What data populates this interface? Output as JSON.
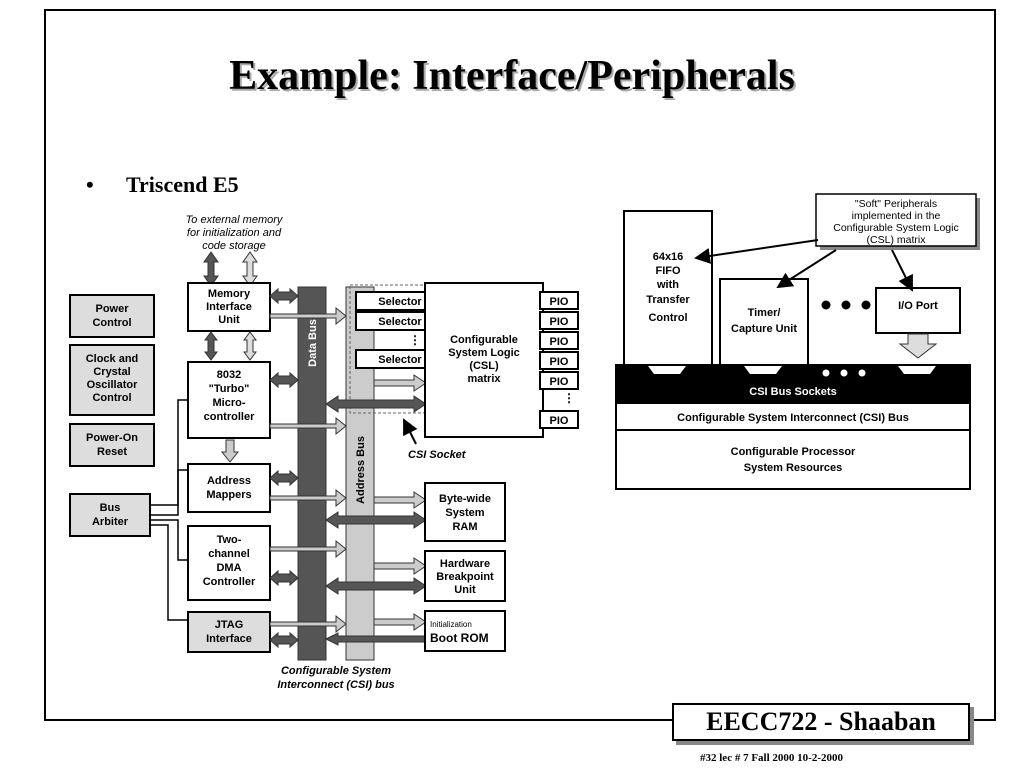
{
  "slide": {
    "title": "Example: Interface/Peripherals",
    "bullet": "Triscend E5",
    "footer_brand": "EECC722 - Shaaban",
    "footer_meta": "#32   lec # 7    Fall 2000   10-2-2000"
  },
  "left_diagram": {
    "top_note": [
      "To external memory",
      "for initialization and",
      "code storage"
    ],
    "side_blocks": {
      "power_control": [
        "Power",
        "Control"
      ],
      "clock": [
        "Clock and",
        "Crystal",
        "Oscillator",
        "Control"
      ],
      "power_on_reset": [
        "Power-On",
        "Reset"
      ],
      "bus_arbiter": [
        "Bus",
        "Arbiter"
      ]
    },
    "column_blocks": {
      "memory_interface": [
        "Memory",
        "Interface",
        "Unit"
      ],
      "microcontroller": [
        "8032",
        "\"Turbo\"",
        "Micro-",
        "controller"
      ],
      "address_mappers": [
        "Address",
        "Mappers"
      ],
      "dma": [
        "Two-",
        "channel",
        "DMA",
        "Controller"
      ],
      "jtag": [
        "JTAG",
        "Interface"
      ]
    },
    "data_bus_label": "Data Bus",
    "address_bus_label": "Address Bus",
    "selector_label": "Selector",
    "csl_matrix": [
      "Configurable",
      "System Logic",
      "(CSL)",
      "matrix"
    ],
    "pio_label": "PIO",
    "csi_socket_label": "CSI Socket",
    "right_blocks": {
      "sram": [
        "Byte-wide",
        "System",
        "RAM"
      ],
      "breakpoint": [
        "Hardware",
        "Breakpoint",
        "Unit"
      ],
      "boot_rom_small": "Initialization",
      "boot_rom": "Boot ROM"
    },
    "bottom_caption": [
      "Configurable System",
      "Interconnect (CSI) bus"
    ]
  },
  "right_diagram": {
    "callout": [
      "\"Soft\" Peripherals",
      "implemented in the",
      "Configurable System Logic",
      "(CSL) matrix"
    ],
    "fifo": [
      "64x16",
      "FIFO",
      "with",
      "Transfer",
      "Control"
    ],
    "timer": [
      "Timer/",
      "Capture Unit"
    ],
    "io_port": "I/O Port",
    "csi_sockets": "CSI Bus Sockets",
    "csi_bus": "Configurable System Interconnect (CSI) Bus",
    "processor": [
      "Configurable Processor",
      "System Resources"
    ]
  }
}
